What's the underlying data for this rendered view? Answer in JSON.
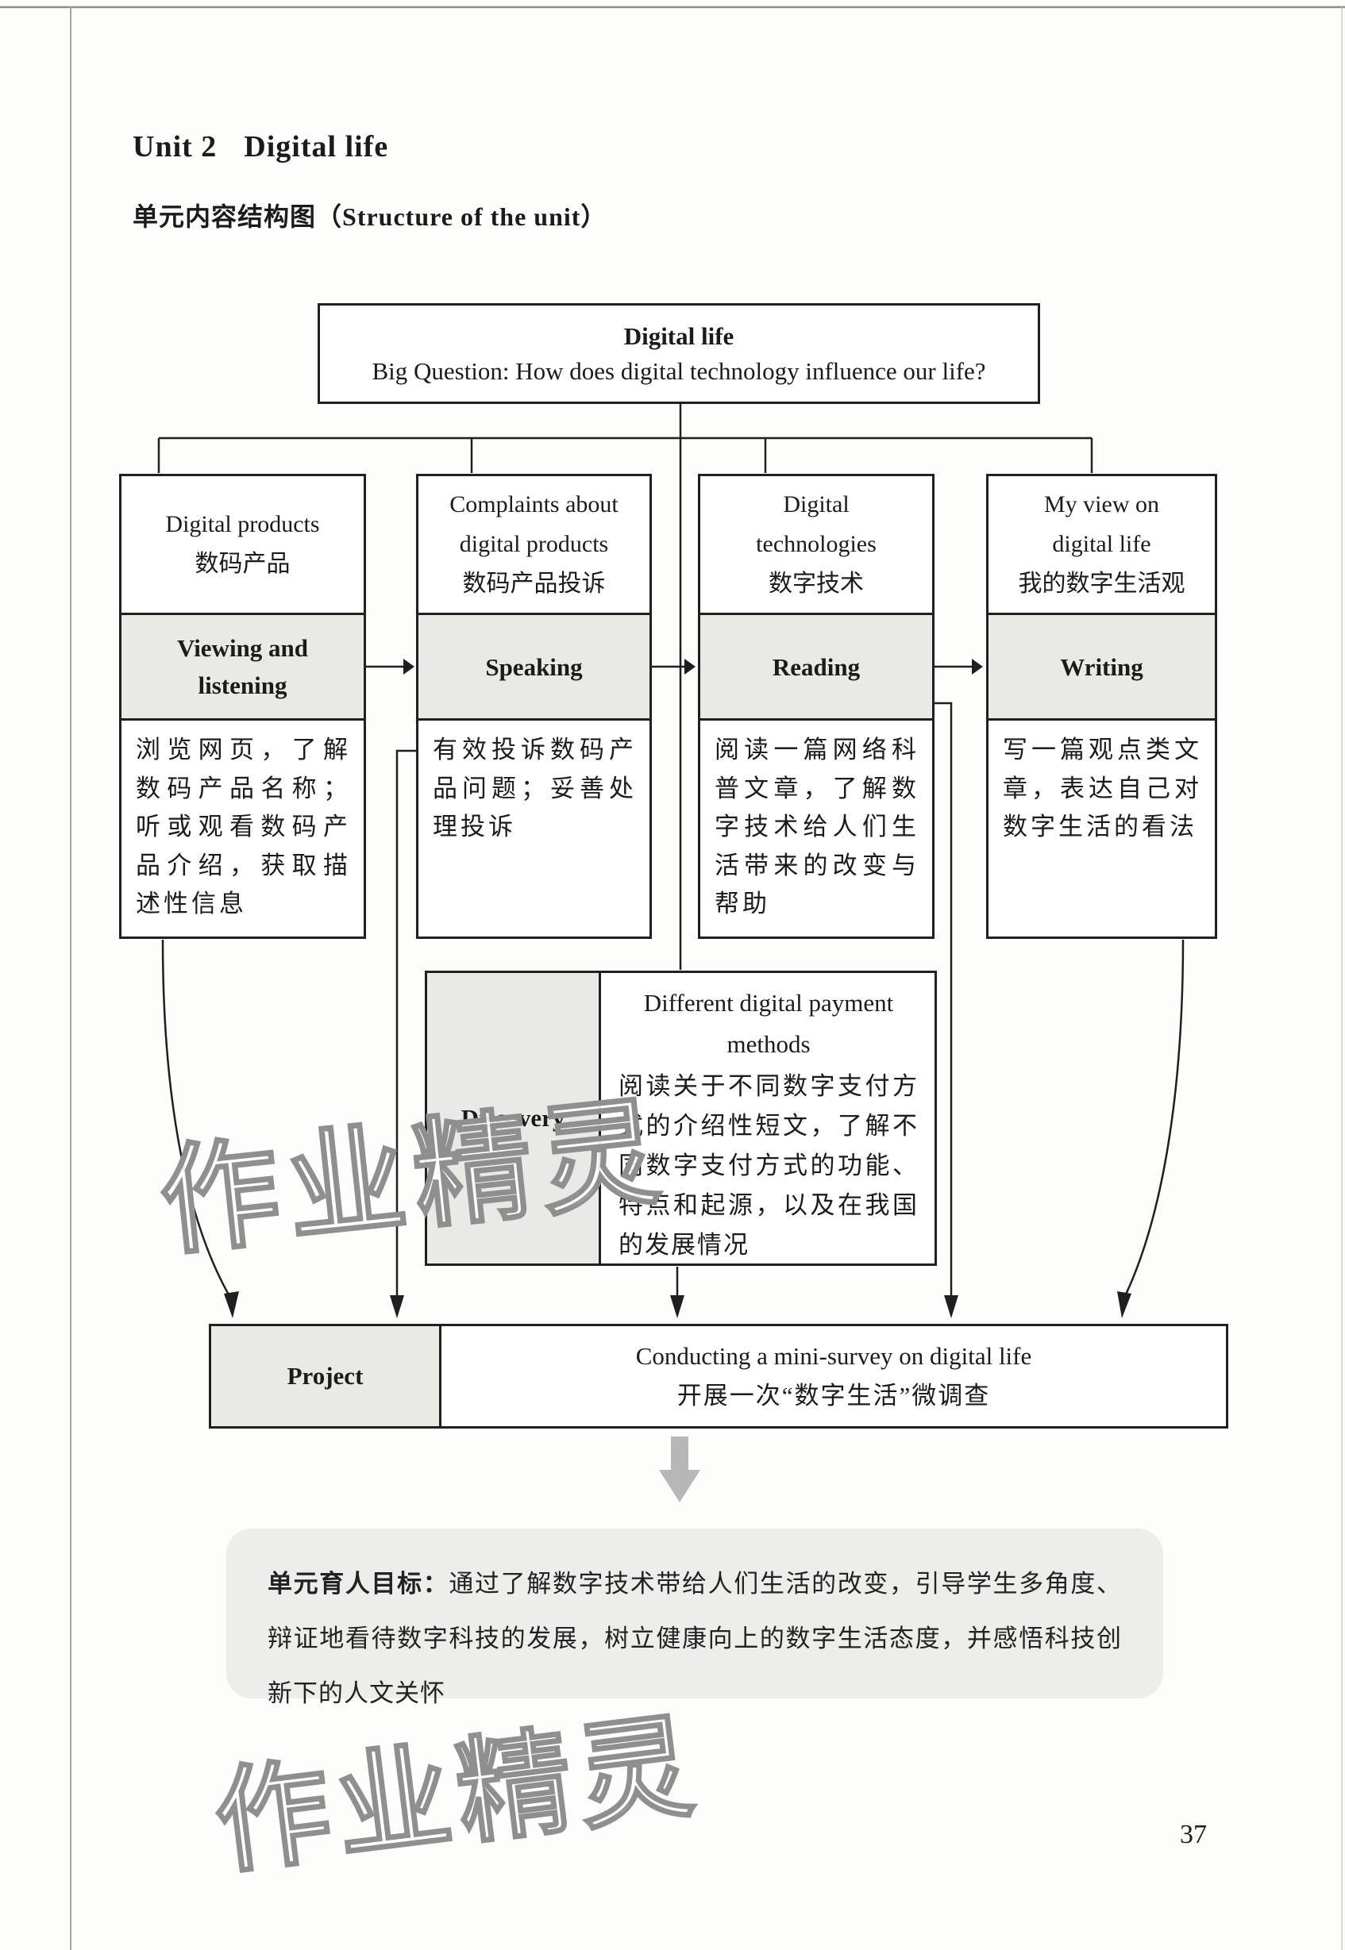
{
  "page": {
    "unit_label": "Unit 2",
    "unit_title": "Digital life",
    "subtitle_prefix": "单元内容结构图（",
    "subtitle_en": "Structure of the unit",
    "subtitle_suffix": "）",
    "page_number": "37",
    "watermark_text": "作业精灵"
  },
  "diagram": {
    "root": {
      "title": "Digital life",
      "question": "Big Question: How does digital technology influence our life?"
    },
    "columns": [
      {
        "theme_lines": [
          "Digital products",
          "数码产品"
        ],
        "skill_lines": [
          "Viewing and",
          "listening"
        ],
        "description": "浏览网页，了解数码产品名称；听或观看数码产品介绍，获取描述性信息"
      },
      {
        "theme_lines": [
          "Complaints about",
          "digital products",
          "数码产品投诉"
        ],
        "skill_lines": [
          "Speaking"
        ],
        "description": "有效投诉数码产品问题；妥善处理投诉"
      },
      {
        "theme_lines": [
          "Digital",
          "technologies",
          "数字技术"
        ],
        "skill_lines": [
          "Reading"
        ],
        "description": "阅读一篇网络科普文章，了解数字技术给人们生活带来的改变与帮助"
      },
      {
        "theme_lines": [
          "My view on",
          "digital life",
          "我的数字生活观"
        ],
        "skill_lines": [
          "Writing"
        ],
        "description": "写一篇观点类文章，表达自己对数字生活的看法"
      }
    ],
    "discovery": {
      "label": "Discovery",
      "title": "Different digital payment methods",
      "description": "阅读关于不同数字支付方式的介绍性短文，了解不同数字支付方式的功能、特点和起源，以及在我国的发展情况"
    },
    "project": {
      "label": "Project",
      "title": "Conducting a mini-survey on digital life",
      "subtitle": "开展一次“数字生活”微调查"
    }
  },
  "goal": {
    "lead": "单元育人目标：",
    "text": "通过了解数字技术带给人们生活的改变，引导学生多角度、辩证地看待数字科技的发展，树立健康向上的数字生活态度，并感悟科技创新下的人文关怀"
  }
}
